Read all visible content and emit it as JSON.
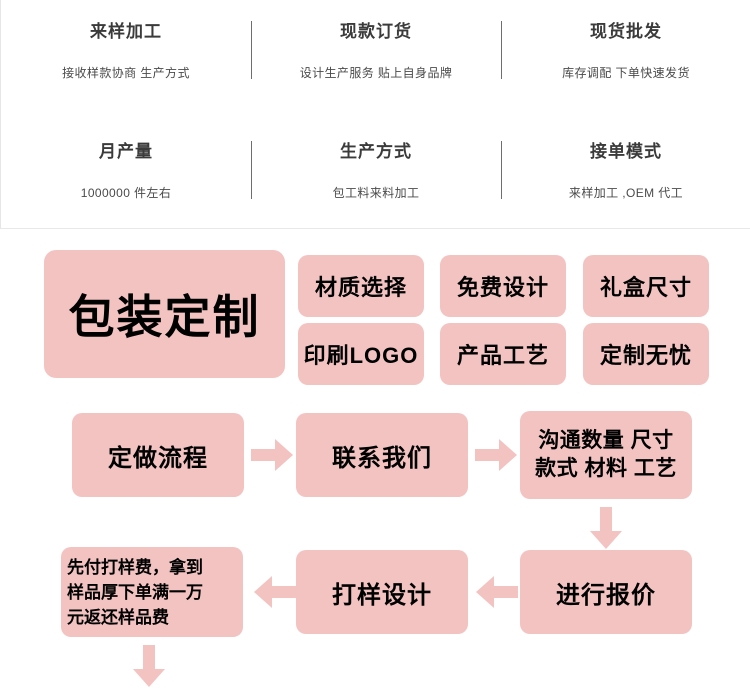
{
  "spec_panel": {
    "rows": [
      {
        "cells": [
          {
            "title": "来样加工",
            "sub": "接收样款协商 生产方式"
          },
          {
            "title": "现款订货",
            "sub": "设计生产服务 贴上自身品牌"
          },
          {
            "title": "现货批发",
            "sub": "库存调配 下单快速发货"
          }
        ]
      },
      {
        "cells": [
          {
            "title": "月产量",
            "sub": "1000000 件左右"
          },
          {
            "title": "生产方式",
            "sub": "包工料来料加工"
          },
          {
            "title": "接单模式",
            "sub": "来样加工 ,OEM 代工"
          }
        ]
      }
    ]
  },
  "tag_block": {
    "hero": "包装定制",
    "tags": [
      "材质选择",
      "免费设计",
      "礼盒尺寸",
      "印刷LOGO",
      "产品工艺",
      "定制无忧"
    ]
  },
  "flow": {
    "nodes": {
      "process": "定做流程",
      "contact": "联系我们",
      "discuss_line1": "沟通数量 尺寸",
      "discuss_line2": "款式 材料 工艺",
      "quote": "进行报价",
      "sample": "打样设计",
      "fee_line1": "先付打样费，拿到",
      "fee_line2": "样品厚下单满一万",
      "fee_line3": "元返还样品费"
    }
  },
  "colors": {
    "pink": "#f3c3c1",
    "divider": "#6e6e6e",
    "panel_border": "#e6e6e6",
    "title_text": "#3b3b3b",
    "sub_text": "#4a4a4a"
  }
}
